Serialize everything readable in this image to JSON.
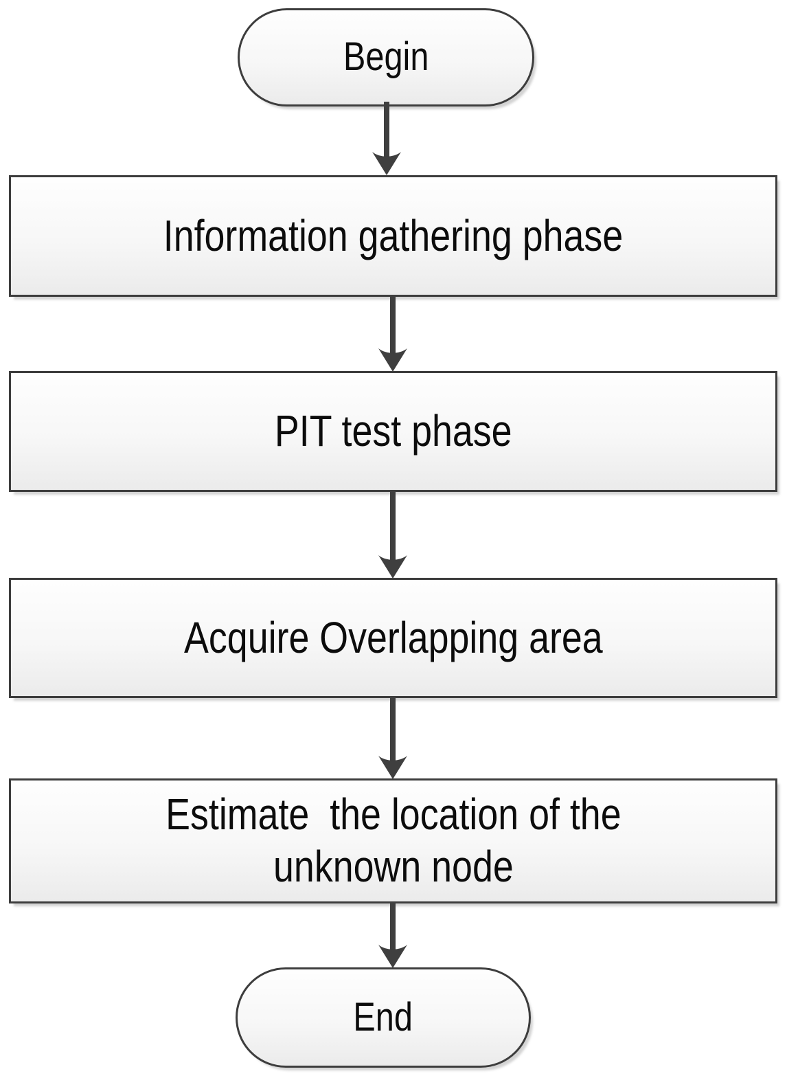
{
  "diagram": {
    "type": "flowchart",
    "direction": "top-down",
    "nodes": [
      {
        "id": "begin",
        "shape": "terminator",
        "label": "Begin"
      },
      {
        "id": "info-gathering",
        "shape": "process",
        "label": "Information gathering phase"
      },
      {
        "id": "pit-test",
        "shape": "process",
        "label": "PIT test phase"
      },
      {
        "id": "overlapping-area",
        "shape": "process",
        "label": "Acquire Overlapping area"
      },
      {
        "id": "estimate-location",
        "shape": "process",
        "label": "Estimate  the location of the\nunknown node"
      },
      {
        "id": "end",
        "shape": "terminator",
        "label": "End"
      }
    ],
    "edges": [
      {
        "from": "begin",
        "to": "info-gathering"
      },
      {
        "from": "info-gathering",
        "to": "pit-test"
      },
      {
        "from": "pit-test",
        "to": "overlapping-area"
      },
      {
        "from": "overlapping-area",
        "to": "estimate-location"
      },
      {
        "from": "estimate-location",
        "to": "end"
      }
    ],
    "colors": {
      "node_border": "#3d3d3d",
      "arrow": "#3f3f3f",
      "node_fill_top": "#fefefe",
      "node_fill_bottom": "#ebebeb",
      "text": "#0c0c0c",
      "background": "#ffffff"
    }
  }
}
